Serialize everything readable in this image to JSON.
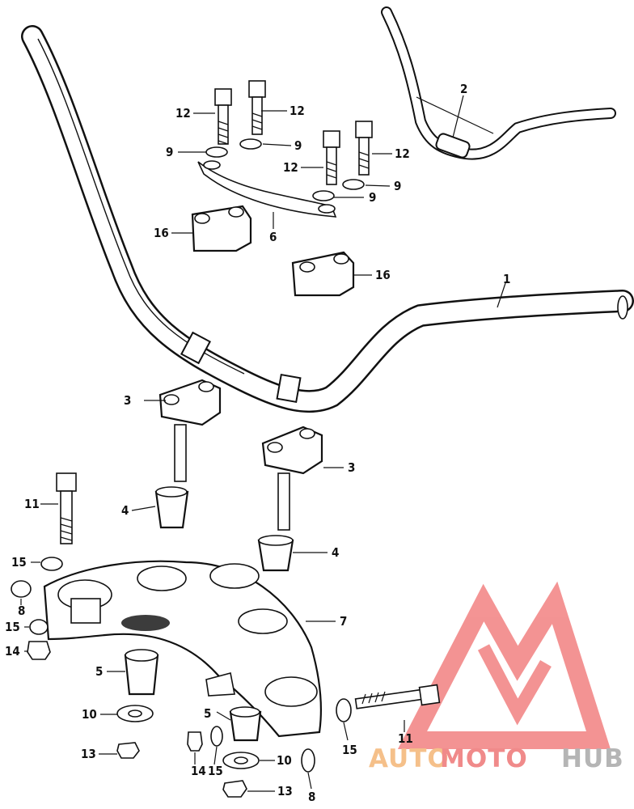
{
  "diagram": {
    "labels": [
      {
        "key": "p1",
        "text": "1"
      },
      {
        "key": "p2",
        "text": "2"
      },
      {
        "key": "p3a",
        "text": "3"
      },
      {
        "key": "p3b",
        "text": "3"
      },
      {
        "key": "p4a",
        "text": "4"
      },
      {
        "key": "p4b",
        "text": "4"
      },
      {
        "key": "p5a",
        "text": "5"
      },
      {
        "key": "p5b",
        "text": "5"
      },
      {
        "key": "p6",
        "text": "6"
      },
      {
        "key": "p7",
        "text": "7"
      },
      {
        "key": "p8a",
        "text": "8"
      },
      {
        "key": "p8b",
        "text": "8"
      },
      {
        "key": "p9a",
        "text": "9"
      },
      {
        "key": "p9b",
        "text": "9"
      },
      {
        "key": "p9c",
        "text": "9"
      },
      {
        "key": "p9d",
        "text": "9"
      },
      {
        "key": "p10a",
        "text": "10"
      },
      {
        "key": "p10b",
        "text": "10"
      },
      {
        "key": "p11a",
        "text": "11"
      },
      {
        "key": "p11b",
        "text": "11"
      },
      {
        "key": "p12a",
        "text": "12"
      },
      {
        "key": "p12b",
        "text": "12"
      },
      {
        "key": "p12c",
        "text": "12"
      },
      {
        "key": "p12d",
        "text": "12"
      },
      {
        "key": "p13a",
        "text": "13"
      },
      {
        "key": "p13b",
        "text": "13"
      },
      {
        "key": "p14a",
        "text": "14"
      },
      {
        "key": "p14b",
        "text": "14"
      },
      {
        "key": "p15a",
        "text": "15"
      },
      {
        "key": "p15b",
        "text": "15"
      },
      {
        "key": "p15c",
        "text": "15"
      },
      {
        "key": "p15d",
        "text": "15"
      },
      {
        "key": "p16a",
        "text": "16"
      },
      {
        "key": "p16b",
        "text": "16"
      }
    ]
  },
  "watermark": {
    "text_part1": "AUTO",
    "text_part2": "MOTO",
    "text_part3": "HUB",
    "colors": {
      "auto": "#f5c08a",
      "moto": "#f08a8a",
      "hub": "#b5b5b5",
      "logo": "#f07070"
    }
  }
}
